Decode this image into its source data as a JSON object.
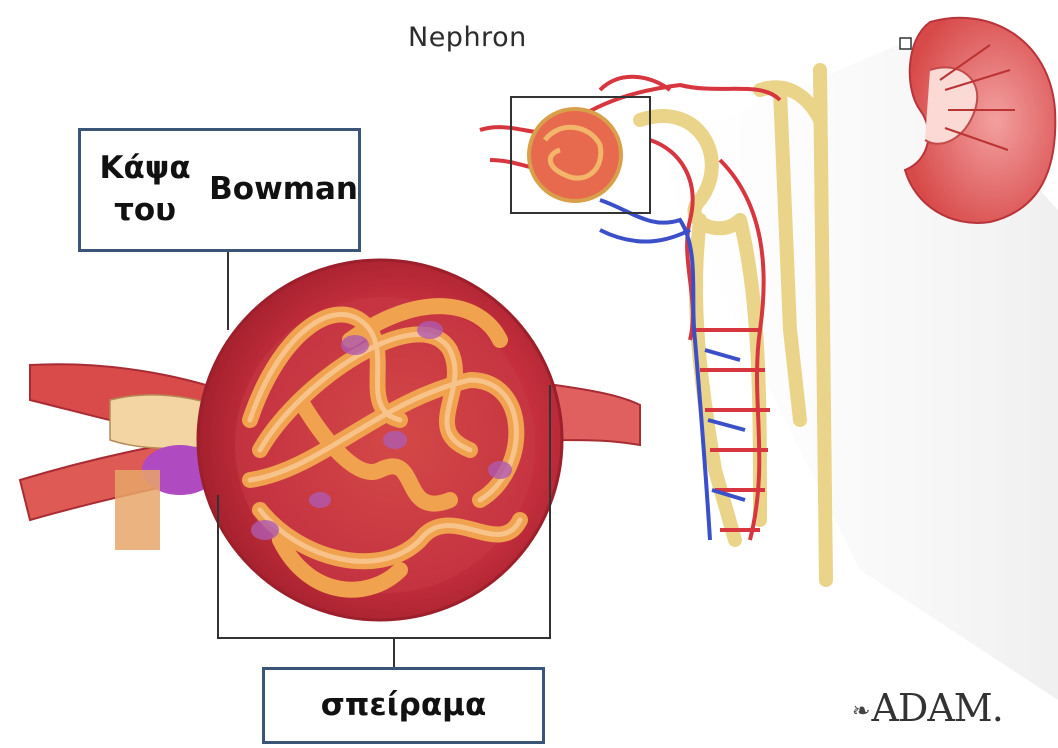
{
  "diagram": {
    "title": "Nephron",
    "labels": {
      "bowman_capsule": "Κάψα του Bowman",
      "glomerulus": "σπείραμα"
    },
    "logo": "ADAM.",
    "colors": {
      "label_border": "#3b5579",
      "capsule": "#c9303f",
      "capillaries": "#f0a24f",
      "vessel_red": "#d8363f",
      "vessel_blue": "#3b4fc9",
      "tubule": "#f3d98a",
      "kidney": "#e05a5a"
    }
  }
}
